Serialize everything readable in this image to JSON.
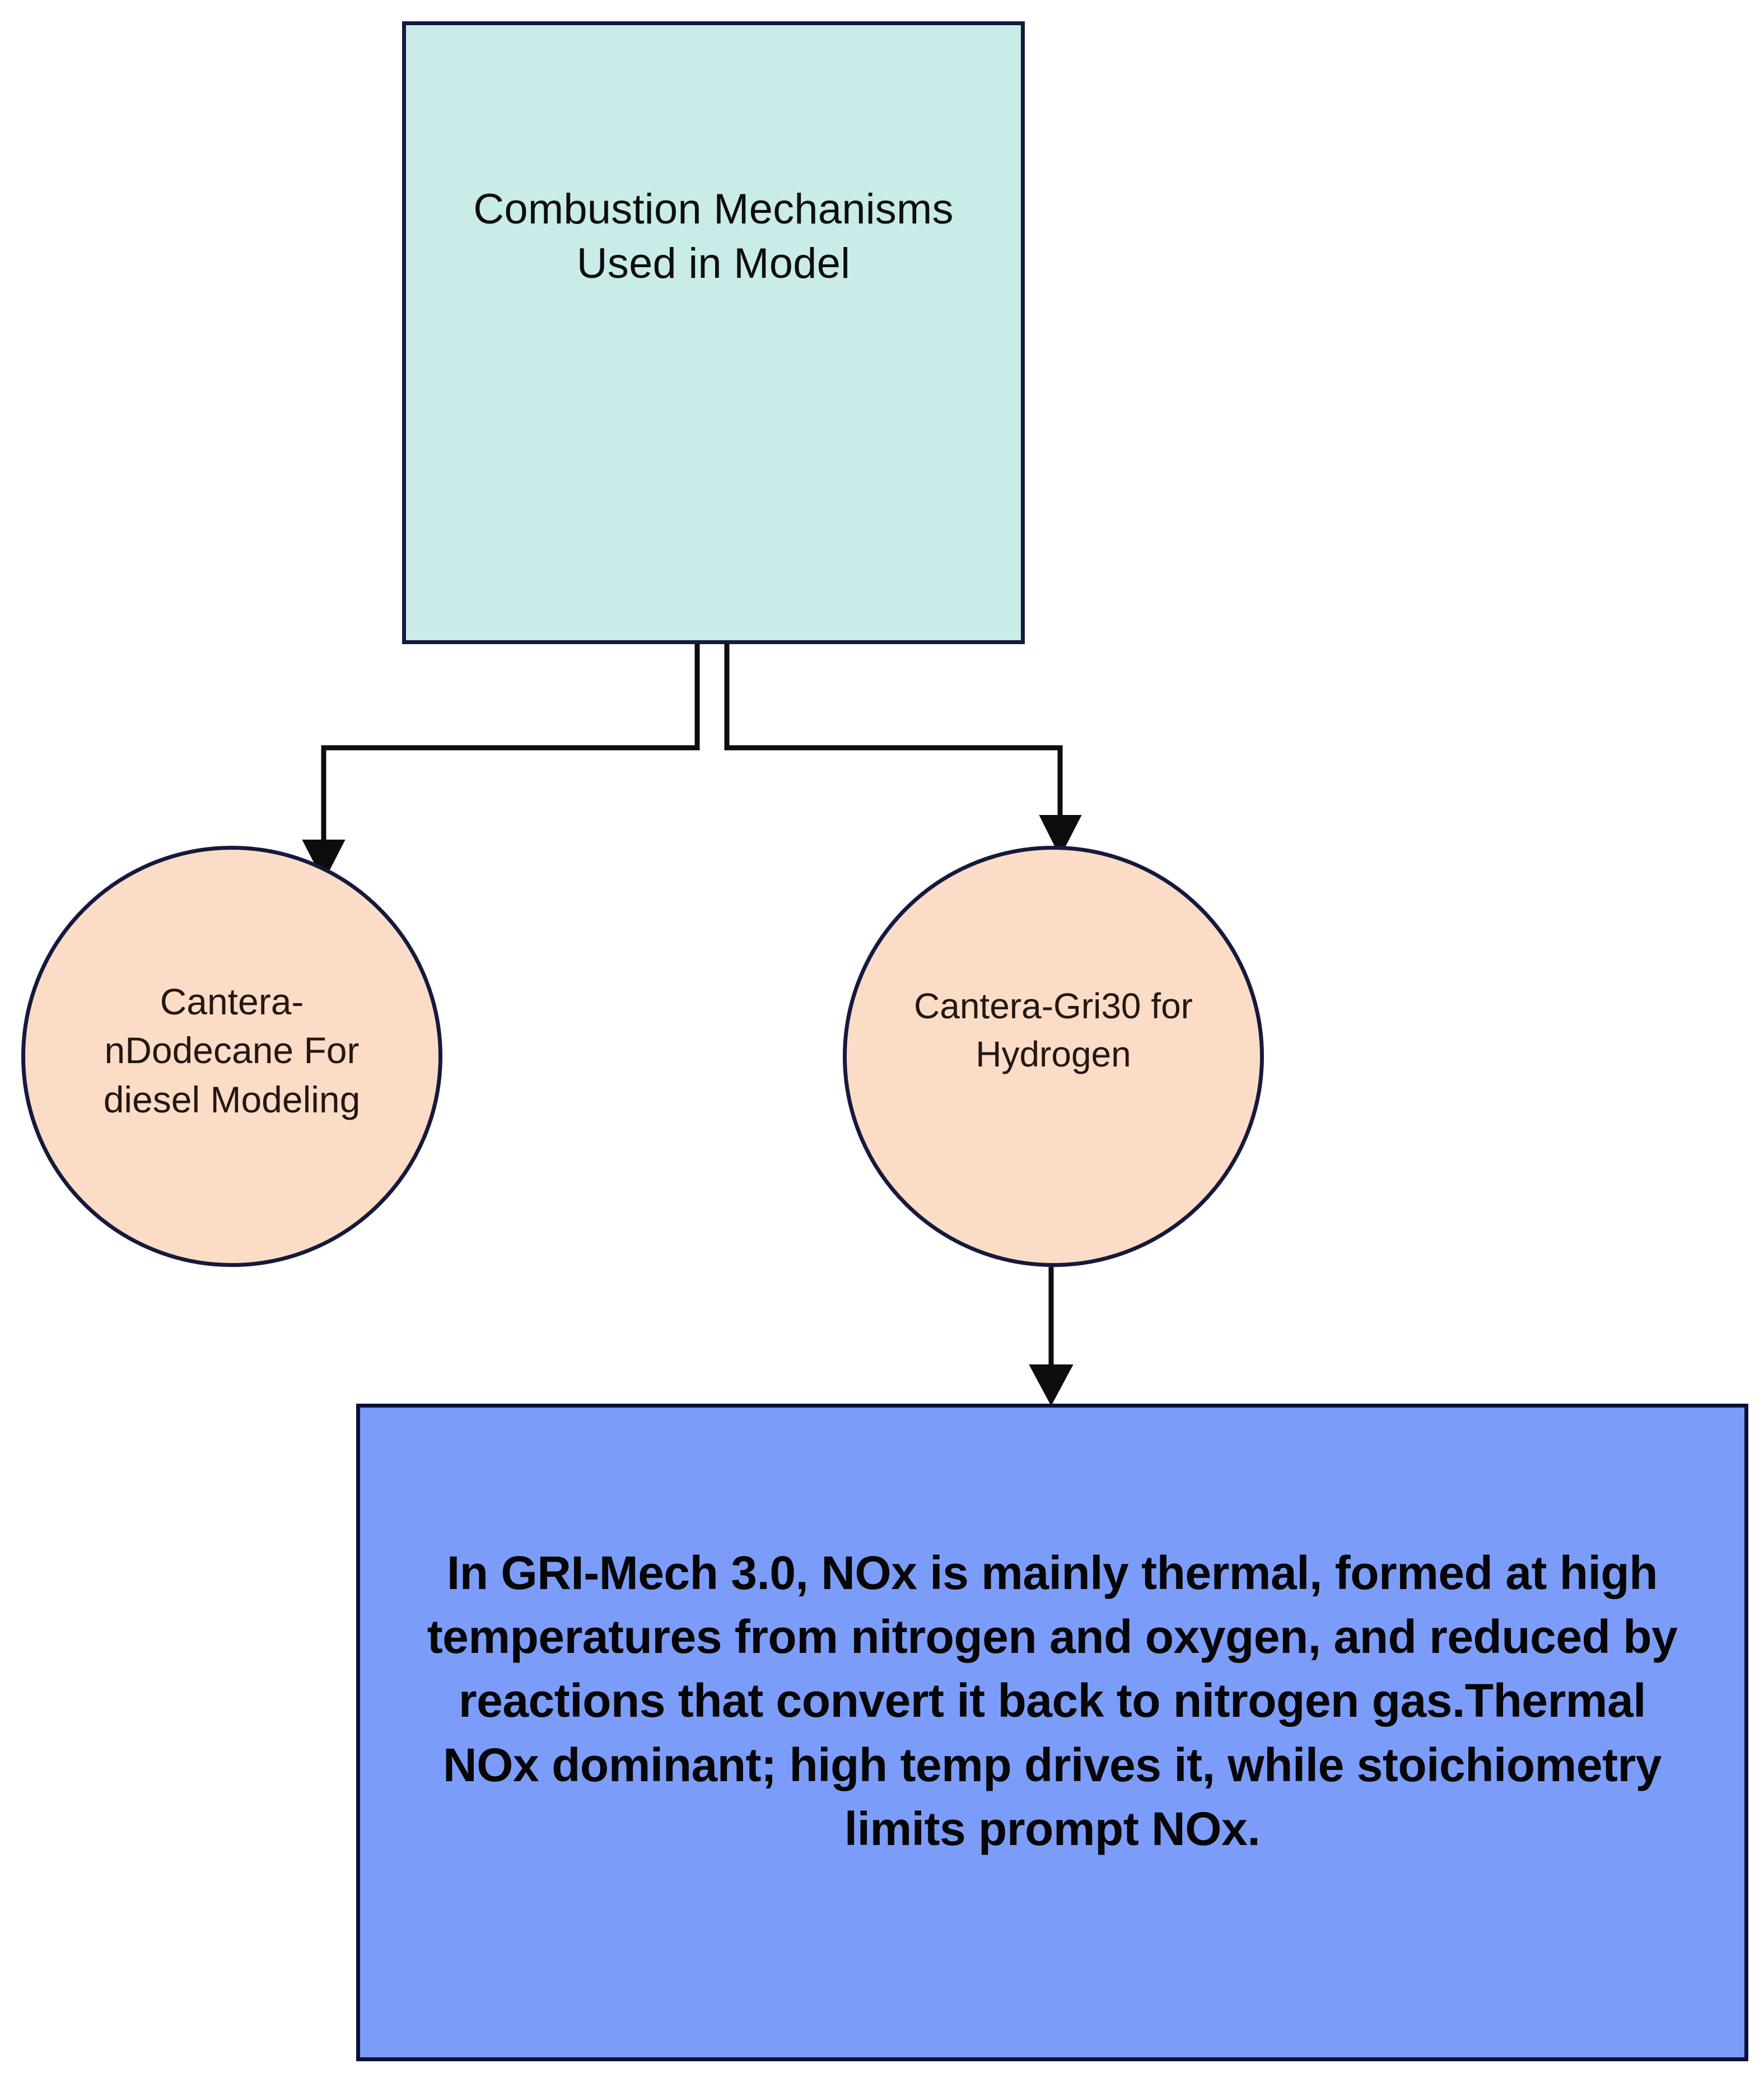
{
  "diagram": {
    "title": "Combustion Mechanisms Used in Model",
    "type": "flowchart",
    "background_color": "#ffffff",
    "nodes": [
      {
        "id": "root",
        "shape": "rectangle",
        "label": "Combustion Mechanisms Used in Model",
        "fill_color": "#c9ece8",
        "border_color": "#151a3d"
      },
      {
        "id": "ndodecane",
        "shape": "circle",
        "label": "Cantera-nDodecane For diesel Modeling",
        "fill_color": "#fbdcc6",
        "border_color": "#151a3d"
      },
      {
        "id": "gri30",
        "shape": "circle",
        "label": "Cantera-Gri30 for Hydrogen",
        "fill_color": "#fbdcc6",
        "border_color": "#151a3d"
      },
      {
        "id": "note",
        "shape": "rectangle",
        "label": "In GRI-Mech 3.0, NOx is mainly thermal, formed at high temperatures from nitrogen and oxygen, and reduced by reactions that convert it back to nitrogen gas.Thermal NOx dominant; high temp drives it, while stoichiometry limits prompt NOx.",
        "fill_color": "#7c9cf9",
        "border_color": "#0b1036"
      }
    ],
    "edges": [
      {
        "id": "root-to-ndodecane",
        "from": "root",
        "to": "ndodecane",
        "style": "orthogonal",
        "arrowhead": "filled-triangle",
        "color": "#0d0d0d"
      },
      {
        "id": "root-to-gri30",
        "from": "root",
        "to": "gri30",
        "style": "orthogonal",
        "arrowhead": "filled-triangle",
        "color": "#0d0d0d"
      },
      {
        "id": "gri30-to-note",
        "from": "gri30",
        "to": "note",
        "style": "straight",
        "arrowhead": "filled-triangle",
        "color": "#0d0d0d"
      }
    ]
  }
}
